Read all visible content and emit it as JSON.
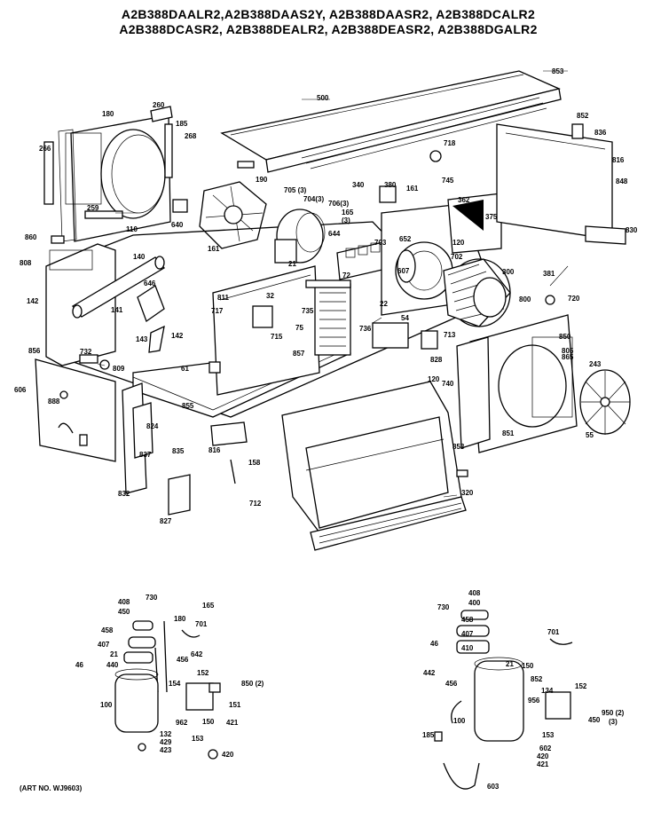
{
  "header": {
    "model_line_1": "A2B388DAALR2,A2B388DAAS2Y, A2B388DAASR2, A2B388DCALR2",
    "model_line_2": "A2B388DCASR2, A2B388DEALR2, A2B388DEASR2, A2B388DGALR2"
  },
  "footer": {
    "art_number": "(ART NO. WJ9603)"
  },
  "part_labels": {
    "p853": "853",
    "p500": "500",
    "p180": "180",
    "p260": "260",
    "p185a": "185",
    "p268": "268",
    "p266": "266",
    "p852a": "852",
    "p836": "836",
    "p816": "816",
    "p718": "718",
    "p848": "848",
    "p190": "190",
    "p705": "705 (3)",
    "p704": "704(3)",
    "p706": "706(3)",
    "p165": "165",
    "p3": "(3)",
    "p340": "340",
    "p380": "380",
    "p161": "161",
    "p745": "745",
    "p362": "362",
    "p375": "375",
    "p830": "830",
    "p259": "259",
    "p860": "860",
    "p110": "110",
    "p640": "640",
    "p808": "808",
    "p140": "140",
    "p161b": "161",
    "p21": "21",
    "p644": "644",
    "p652": "652",
    "p120": "120",
    "p703": "703",
    "p702": "702",
    "p300": "300",
    "p381": "381",
    "p720": "720",
    "p646": "646",
    "p142": "142",
    "p141": "141",
    "p811": "811",
    "p607": "607",
    "p800": "800",
    "p717": "717",
    "p72": "72",
    "p32": "32",
    "p22": "22",
    "p54": "54",
    "p735": "735",
    "p75": "75",
    "p715": "715",
    "p142b": "142",
    "p713": "713",
    "p143": "143",
    "p736": "736",
    "p732": "732",
    "p809": "809",
    "p61": "61",
    "p857": "857",
    "p828": "828",
    "p850": "850",
    "p856": "856",
    "p805": "805",
    "p865": "865",
    "p243": "243",
    "p120b": "120",
    "p740": "740",
    "p855": "855",
    "p55": "55",
    "p606": "606",
    "p888": "888",
    "p851": "851",
    "p824": "824",
    "p837": "837",
    "p835": "835",
    "p816b": "816",
    "p158": "158",
    "p853b": "853",
    "p832": "832",
    "p712": "712",
    "p320": "320",
    "p827": "827",
    "l408": "408",
    "l450": "450",
    "l730": "730",
    "l165": "165",
    "l180": "180",
    "l458": "458",
    "l701": "701",
    "l407": "407",
    "l21": "21",
    "l642": "642",
    "l440": "440",
    "l456": "456",
    "l46": "46",
    "l152": "152",
    "l154": "154",
    "l850": "850 (2)",
    "l100": "100",
    "l151": "151",
    "l962": "962",
    "l150": "150",
    "l132": "132",
    "l429": "429",
    "l423": "423",
    "l153": "153",
    "l421": "421",
    "l420": "420",
    "r408": "408",
    "r400": "400",
    "r730": "730",
    "r458": "458",
    "r407": "407",
    "r701": "701",
    "r410": "410",
    "r46": "46",
    "r442": "442",
    "r21": "21",
    "r456": "456",
    "r150": "150",
    "r852": "852",
    "r134": "134",
    "r152": "152",
    "r956": "956",
    "r950": "950 (2)",
    "r450": "450",
    "r3": "(3)",
    "r185": "185",
    "r100": "100",
    "r153": "153",
    "r602": "602",
    "r420": "420",
    "r421": "421",
    "r603": "603"
  }
}
